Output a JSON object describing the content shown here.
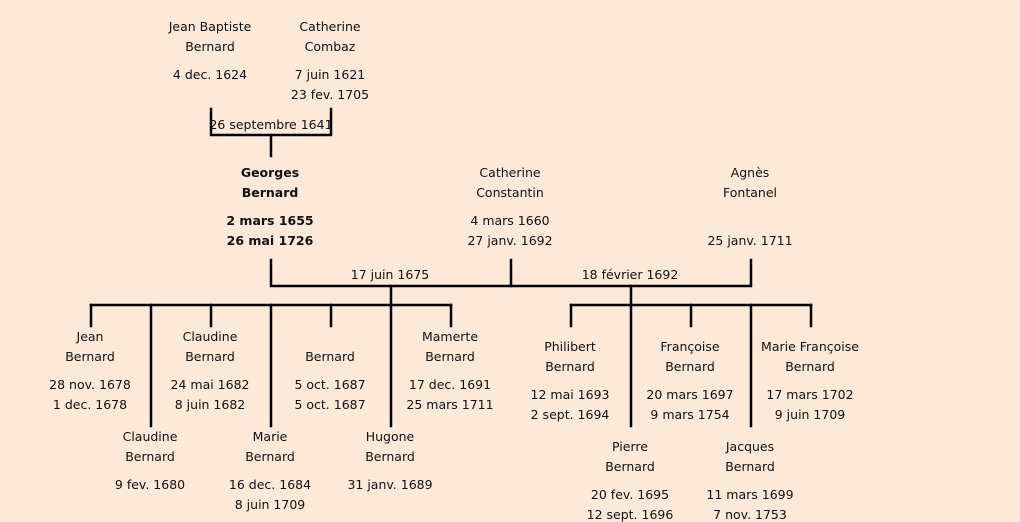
{
  "persons": [
    {
      "id": "jean-baptiste",
      "first": "Jean Baptiste",
      "last": "Bernard",
      "birth": "4 dec. 1624",
      "death": ""
    },
    {
      "id": "catherine-combaz",
      "first": "Catherine",
      "last": "Combaz",
      "birth": "7 juin 1621",
      "death": "23 fev. 1705"
    },
    {
      "id": "georges",
      "first": "Georges",
      "last": "Bernard",
      "birth": "2 mars 1655",
      "death": "26 mai 1726"
    },
    {
      "id": "catherine-constantin",
      "first": "Catherine",
      "last": "Constantin",
      "birth": "4 mars 1660",
      "death": "27 janv. 1692"
    },
    {
      "id": "agnes",
      "first": "Agnès",
      "last": "Fontanel",
      "birth": "",
      "death": "25 janv. 1711"
    },
    {
      "id": "jean",
      "first": "Jean",
      "last": "Bernard",
      "birth": "28 nov. 1678",
      "death": "1 dec. 1678"
    },
    {
      "id": "claudine-1680",
      "first": "Claudine",
      "last": "Bernard",
      "birth": "9 fev. 1680",
      "death": ""
    },
    {
      "id": "claudine-1682",
      "first": "Claudine",
      "last": "Bernard",
      "birth": "24 mai 1682",
      "death": "8 juin 1682"
    },
    {
      "id": "marie",
      "first": "Marie",
      "last": "Bernard",
      "birth": "16 dec. 1684",
      "death": "8 juin 1709"
    },
    {
      "id": "bernard-1687",
      "first": "",
      "last": "Bernard",
      "birth": "5 oct. 1687",
      "death": "5 oct. 1687"
    },
    {
      "id": "hugone",
      "first": "Hugone",
      "last": "Bernard",
      "birth": "31 janv. 1689",
      "death": ""
    },
    {
      "id": "mamerte",
      "first": "Mamerte",
      "last": "Bernard",
      "birth": "17 dec. 1691",
      "death": "25 mars 1711"
    },
    {
      "id": "philibert",
      "first": "Philibert",
      "last": "Bernard",
      "birth": "12 mai 1693",
      "death": "2 sept. 1694"
    },
    {
      "id": "pierre",
      "first": "Pierre",
      "last": "Bernard",
      "birth": "20 fev. 1695",
      "death": "12 sept. 1696"
    },
    {
      "id": "francoise",
      "first": "Françoise",
      "last": "Bernard",
      "birth": "20 mars 1697",
      "death": "9 mars 1754"
    },
    {
      "id": "jacques",
      "first": "Jacques",
      "last": "Bernard",
      "birth": "11 mars 1699",
      "death": "7 nov. 1753"
    },
    {
      "id": "marie-francoise",
      "first": "Marie Françoise",
      "last": "Bernard",
      "birth": "17 mars 1702",
      "death": "9 juin 1709"
    }
  ],
  "marriages": [
    {
      "label": "26 septembre 1641"
    },
    {
      "label": "17 juin 1675"
    },
    {
      "label": "18 février 1692"
    }
  ],
  "highlight_person": "georges",
  "colors": {
    "background": "#fce9d7",
    "line": "#000000"
  }
}
